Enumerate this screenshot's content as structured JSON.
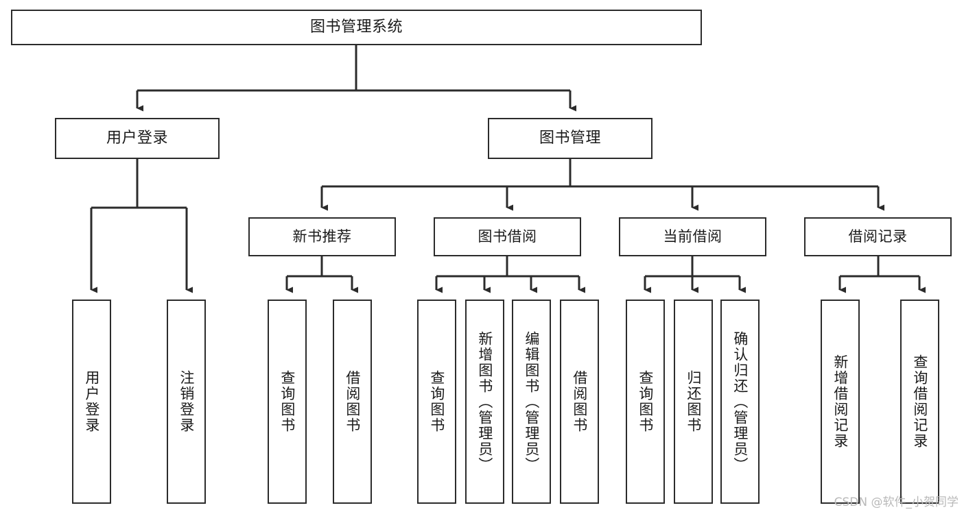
{
  "diagram": {
    "title": "图书管理系统",
    "type": "tree",
    "watermark": "CSDN @软件_小贺同学",
    "nodes": {
      "root": {
        "label": "图书管理系统",
        "level": 0,
        "orientation": "horizontal"
      },
      "n_user_login": {
        "label": "用户登录",
        "level": 1,
        "orientation": "horizontal"
      },
      "n_book_mgmt": {
        "label": "图书管理",
        "level": 1,
        "orientation": "horizontal"
      },
      "n_new_book_rec": {
        "label": "新书推荐",
        "level": 2,
        "orientation": "horizontal"
      },
      "n_book_borrow": {
        "label": "图书借阅",
        "level": 2,
        "orientation": "horizontal"
      },
      "n_current_borrow": {
        "label": "当前借阅",
        "level": 2,
        "orientation": "horizontal"
      },
      "n_borrow_record": {
        "label": "借阅记录",
        "level": 2,
        "orientation": "horizontal"
      },
      "l_user_login": {
        "label": "用户登录",
        "level": 3,
        "orientation": "vertical"
      },
      "l_logout": {
        "label": "注销登录",
        "level": 3,
        "orientation": "vertical"
      },
      "l_query_book_1": {
        "label": "查询图书",
        "level": 3,
        "orientation": "vertical"
      },
      "l_borrow_book_1": {
        "label": "借阅图书",
        "level": 3,
        "orientation": "vertical"
      },
      "l_query_book_2": {
        "label": "查询图书",
        "level": 3,
        "orientation": "vertical"
      },
      "l_add_book": {
        "label": "新增图书（管理员）",
        "level": 3,
        "orientation": "vertical"
      },
      "l_edit_book": {
        "label": "编辑图书（管理员）",
        "level": 3,
        "orientation": "vertical"
      },
      "l_borrow_book_2": {
        "label": "借阅图书",
        "level": 3,
        "orientation": "vertical"
      },
      "l_query_book_3": {
        "label": "查询图书",
        "level": 3,
        "orientation": "vertical"
      },
      "l_return_book": {
        "label": "归还图书",
        "level": 3,
        "orientation": "vertical"
      },
      "l_confirm_return": {
        "label": "确认归还（管理员）",
        "level": 3,
        "orientation": "vertical"
      },
      "l_add_record": {
        "label": "新增借阅记录",
        "level": 3,
        "orientation": "vertical"
      },
      "l_query_record": {
        "label": "查询借阅记录",
        "level": 3,
        "orientation": "vertical"
      }
    },
    "edges": [
      {
        "from": "root",
        "to": "n_user_login"
      },
      {
        "from": "root",
        "to": "n_book_mgmt"
      },
      {
        "from": "n_user_login",
        "to": "l_user_login"
      },
      {
        "from": "n_user_login",
        "to": "l_logout"
      },
      {
        "from": "n_book_mgmt",
        "to": "n_new_book_rec"
      },
      {
        "from": "n_book_mgmt",
        "to": "n_book_borrow"
      },
      {
        "from": "n_book_mgmt",
        "to": "n_current_borrow"
      },
      {
        "from": "n_book_mgmt",
        "to": "n_borrow_record"
      },
      {
        "from": "n_new_book_rec",
        "to": "l_query_book_1"
      },
      {
        "from": "n_new_book_rec",
        "to": "l_borrow_book_1"
      },
      {
        "from": "n_book_borrow",
        "to": "l_query_book_2"
      },
      {
        "from": "n_book_borrow",
        "to": "l_add_book"
      },
      {
        "from": "n_book_borrow",
        "to": "l_edit_book"
      },
      {
        "from": "n_book_borrow",
        "to": "l_borrow_book_2"
      },
      {
        "from": "n_current_borrow",
        "to": "l_query_book_3"
      },
      {
        "from": "n_current_borrow",
        "to": "l_return_book"
      },
      {
        "from": "n_current_borrow",
        "to": "l_confirm_return"
      },
      {
        "from": "n_borrow_record",
        "to": "l_add_record"
      },
      {
        "from": "n_borrow_record",
        "to": "l_query_record"
      }
    ],
    "colors": {
      "stroke": "#2b2b2b",
      "fill": "#ffffff",
      "text": "#1a1a1a",
      "watermark": "#b9b9b9"
    }
  }
}
